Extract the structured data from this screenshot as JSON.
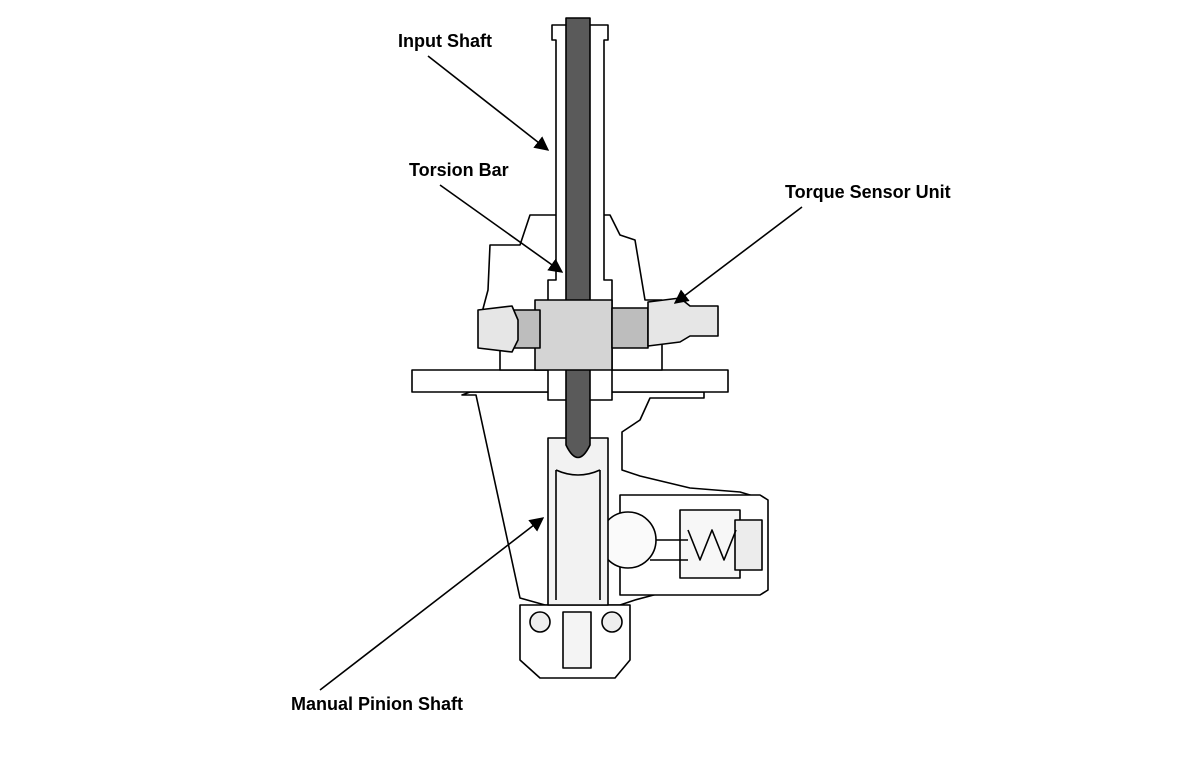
{
  "labels": {
    "input_shaft": "Input Shaft",
    "torsion_bar": "Torsion Bar",
    "torque_sensor_unit": "Torque Sensor Unit",
    "manual_pinion_shaft": "Manual Pinion Shaft"
  },
  "colors": {
    "outline": "#000000",
    "housing_fill": "#ffffff",
    "torsion_bar": "#5a5a5a",
    "sensor_fill": "#d4d4d4",
    "pinion_fill": "#f2f2f2"
  }
}
